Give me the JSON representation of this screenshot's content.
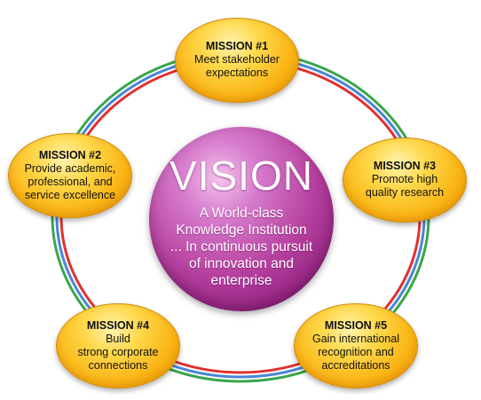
{
  "vision": {
    "title": "VISION",
    "lines": [
      "A World-class",
      "Knowledge Institution",
      "... In continuous pursuit",
      "of innovation and",
      "enterprise"
    ]
  },
  "missions": [
    {
      "title": "MISSION #1",
      "lines": [
        "Meet stakeholder",
        "expectations"
      ]
    },
    {
      "title": "MISSION #2",
      "lines": [
        "Provide academic,",
        "professional, and",
        "service excellence"
      ]
    },
    {
      "title": "MISSION #3",
      "lines": [
        "Promote high",
        "quality research"
      ]
    },
    {
      "title": "MISSION #4",
      "lines": [
        "Build",
        "strong corporate",
        "connections"
      ]
    },
    {
      "title": "MISSION #5",
      "lines": [
        "Gain international",
        "recognition and",
        "accreditations"
      ]
    }
  ],
  "colors": {
    "ring_outer": "#3aa64a",
    "ring_middle": "#4a86d6",
    "ring_inner": "#e0312f",
    "vision_fill": "#b6409f",
    "mission_fill": "#f9b414"
  }
}
